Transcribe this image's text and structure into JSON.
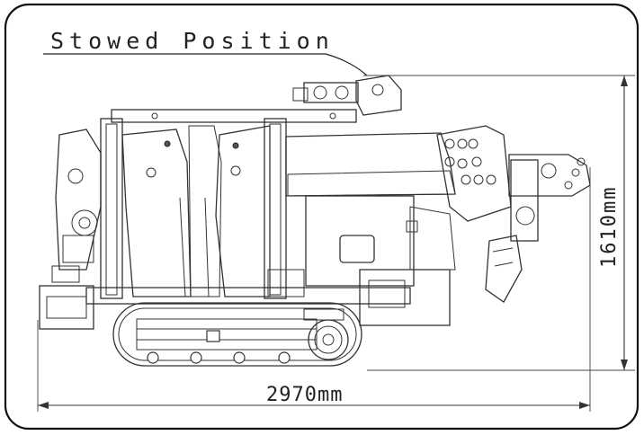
{
  "title": "Stowed Position",
  "dimensions": {
    "height": "1610mm",
    "length": "2970mm"
  }
}
